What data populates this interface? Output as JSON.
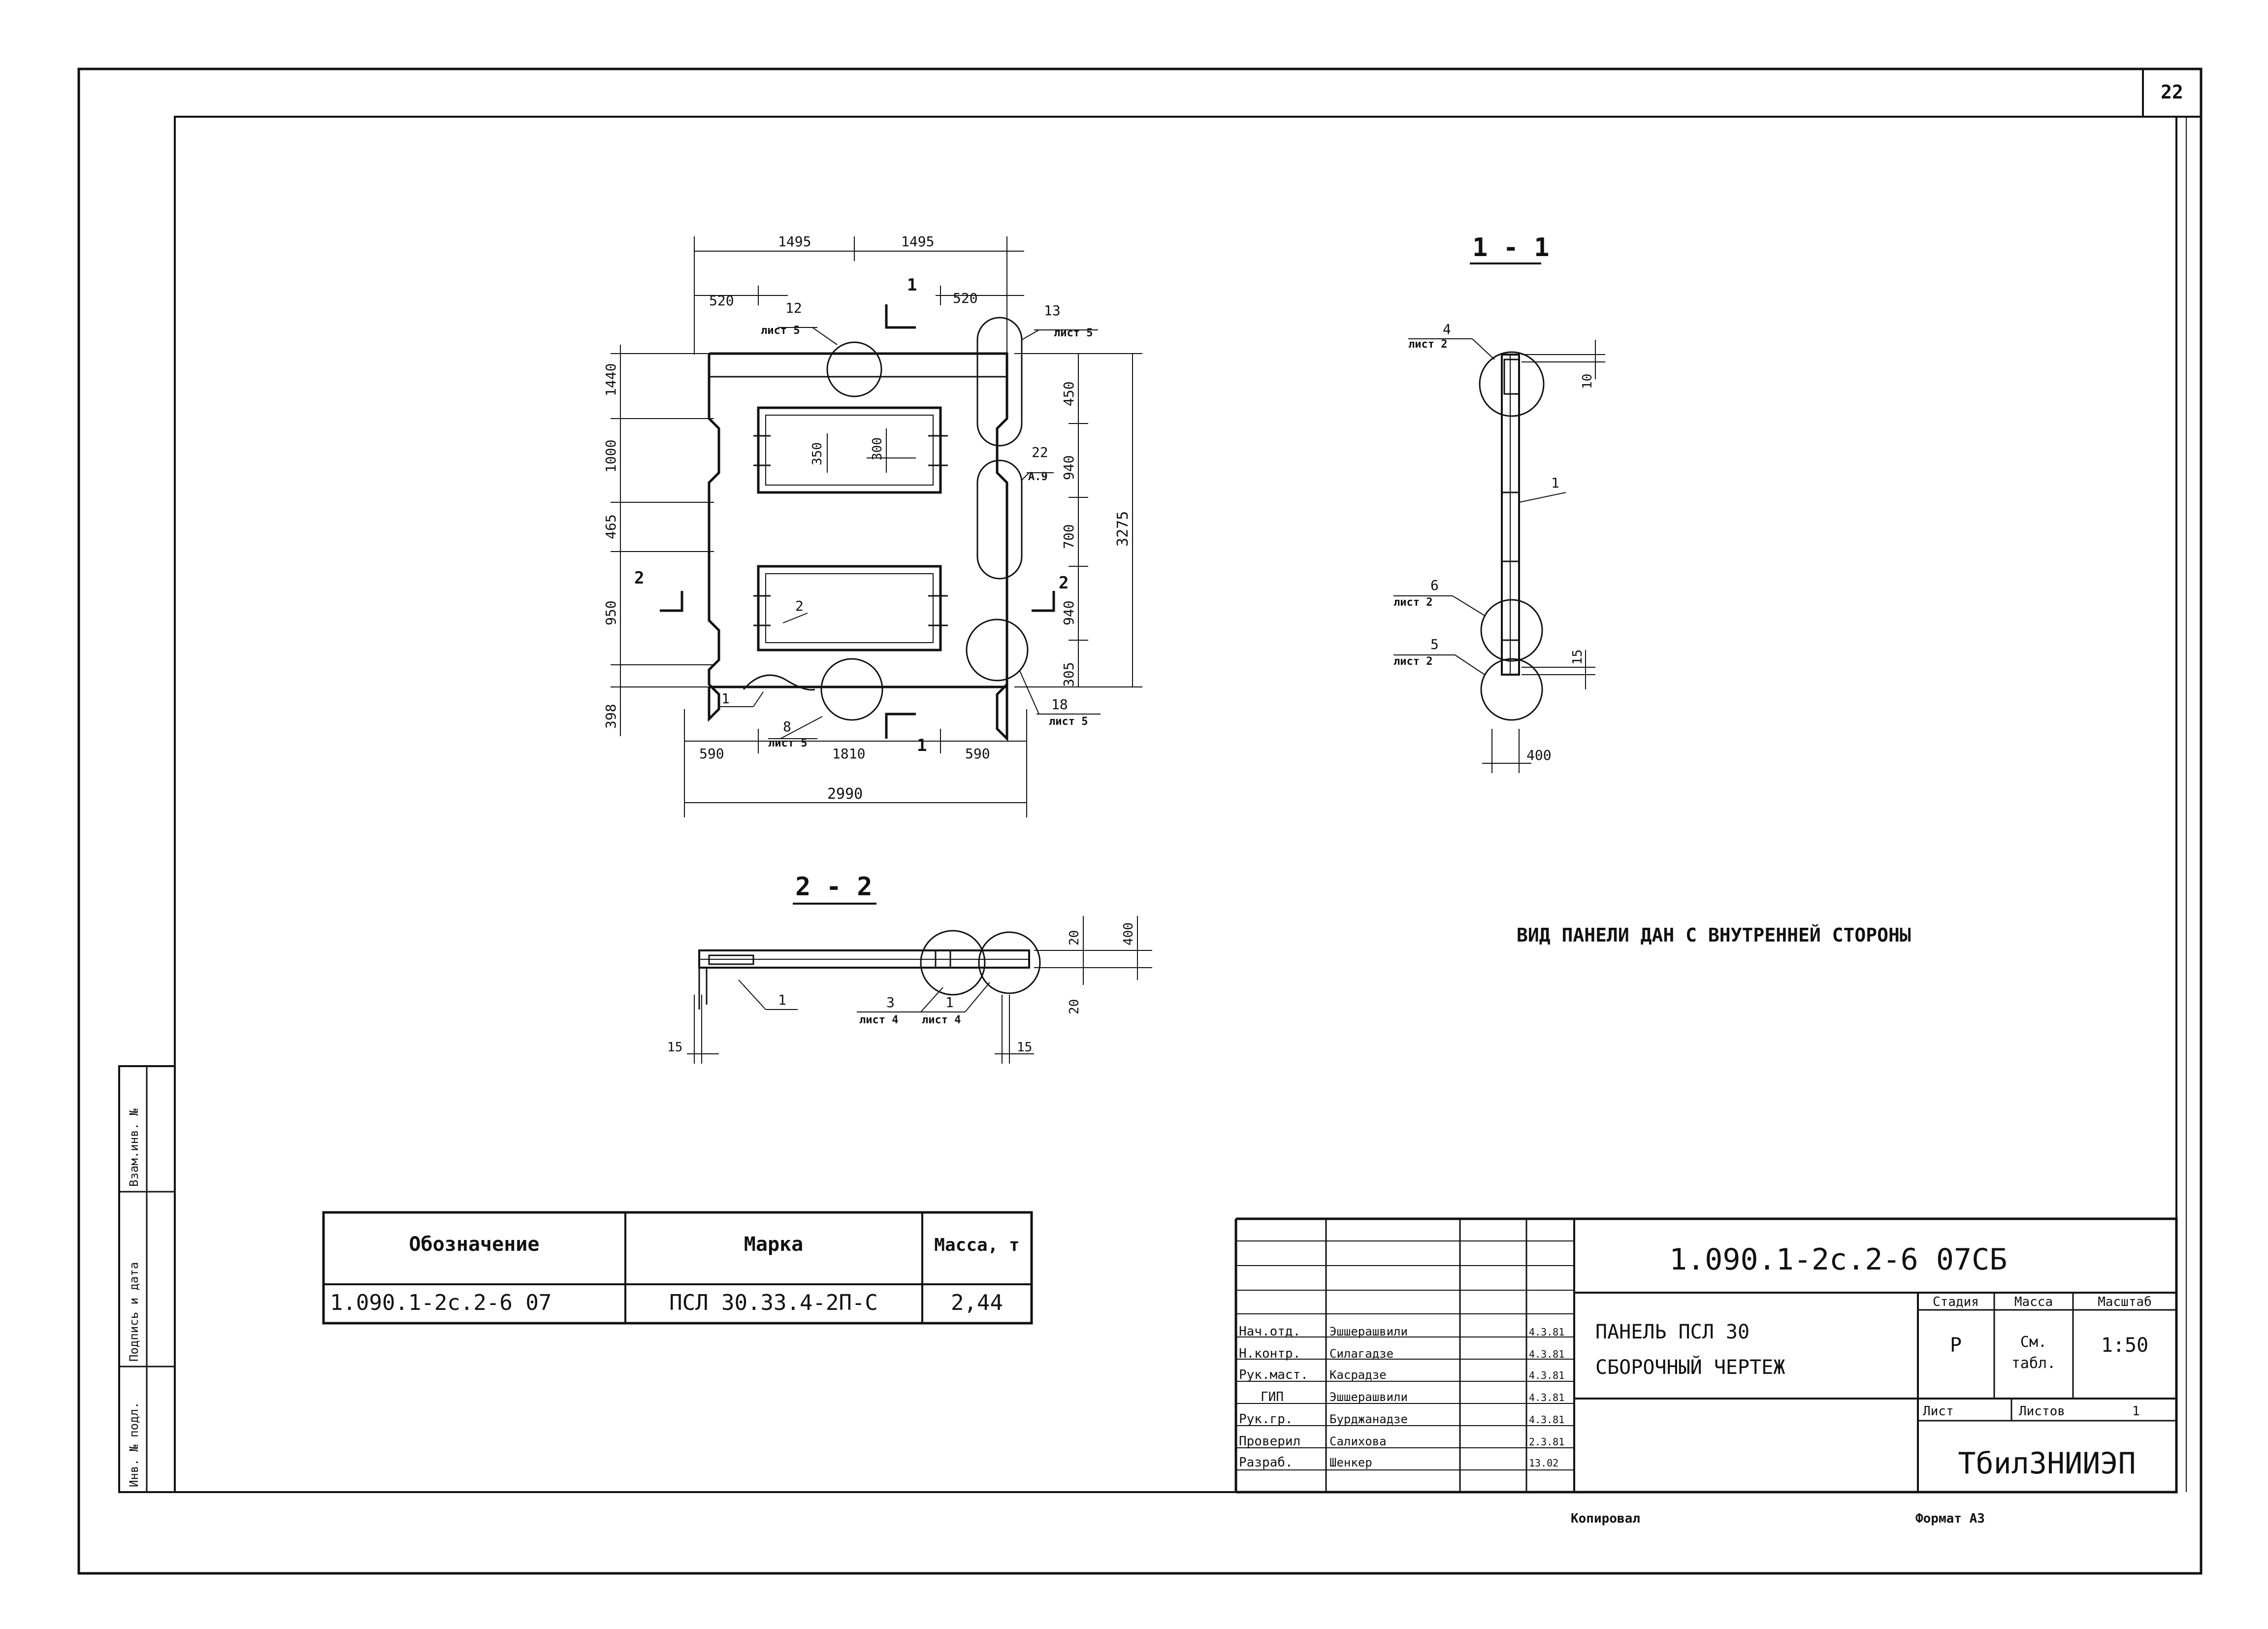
{
  "sheet": {
    "number": "22",
    "format": "Формат А3",
    "copied_by": "Копировал"
  },
  "side_stamp": {
    "inv_no": "Инв. № подл.",
    "sign_date": "Подпись и дата",
    "replace_inv": "Взам.инв. №"
  },
  "section_1": {
    "title": "1 - 1",
    "callouts": [
      {
        "num": "4",
        "sheet": "лист 2"
      },
      {
        "num": "1",
        "sheet": ""
      },
      {
        "num": "6",
        "sheet": "лист 2"
      },
      {
        "num": "5",
        "sheet": "лист 2"
      }
    ],
    "dims": [
      "10",
      "15",
      "400"
    ]
  },
  "section_2": {
    "title": "2 - 2",
    "callouts": [
      {
        "num": "1",
        "sheet": ""
      },
      {
        "num": "3",
        "sheet": "лист 4"
      },
      {
        "num": "1",
        "sheet": "лист 4"
      }
    ],
    "dims": [
      "20",
      "400",
      "20",
      "15",
      "15"
    ]
  },
  "plan": {
    "dims_top": [
      "1495",
      "1495",
      "520",
      "520"
    ],
    "dims_bottom": [
      "590",
      "1810",
      "590",
      "2990"
    ],
    "dims_left": [
      "1440",
      "1000",
      "465",
      "950",
      "398"
    ],
    "dims_right": [
      "450",
      "940",
      "700",
      "940",
      "305",
      "3275"
    ],
    "opening_dims": [
      "350",
      "300"
    ],
    "callouts": [
      {
        "num": "12",
        "sheet": "лист 5"
      },
      {
        "num": "13",
        "sheet": "лист 5"
      },
      {
        "num": "22",
        "sheet": "А.9"
      },
      {
        "num": "2",
        "sheet": ""
      },
      {
        "num": "1",
        "sheet": ""
      },
      {
        "num": "8",
        "sheet": "лист 5"
      },
      {
        "num": "18",
        "sheet": "лист 5"
      }
    ],
    "section_marks": {
      "s1": "1",
      "s2": "2"
    }
  },
  "view_note": "ВИД ПАНЕЛИ ДАН С ВНУТРЕННЕЙ СТОРОНЫ",
  "spec_table": {
    "headers": [
      "Обозначение",
      "Марка",
      "Масса, т"
    ],
    "rows": [
      [
        "1.090.1-2с.2-6 07",
        "ПСЛ 30.33.4-2П-С",
        "2,44"
      ]
    ]
  },
  "title_block": {
    "code": "1.090.1-2с.2-6 07СБ",
    "title_line1": "ПАНЕЛЬ ПСЛ 30",
    "title_line2": "СБОРОЧНЫЙ ЧЕРТЕЖ",
    "stage_label": "Стадия",
    "mass_label": "Масса",
    "scale_label": "Масштаб",
    "stage": "Р",
    "mass_line1": "См.",
    "mass_line2": "табл.",
    "scale": "1:50",
    "sheet_label": "Лист",
    "sheets_label": "Листов",
    "sheets_count": "1",
    "org": "ТбилЗНИИЭП",
    "staff": [
      {
        "role": "Нач.отд.",
        "name": "Эшшерашвили",
        "date": "4.3.81"
      },
      {
        "role": "Н.контр.",
        "name": "Силагадзе",
        "date": "4.3.81"
      },
      {
        "role": "Рук.маст.",
        "name": "Касрадзе",
        "date": "4.3.81"
      },
      {
        "role": "ГИП",
        "name": "Эшшерашвили",
        "date": "4.3.81"
      },
      {
        "role": "Рук.гр.",
        "name": "Бурджанадзе",
        "date": "4.3.81"
      },
      {
        "role": "Проверил",
        "name": "Салихова",
        "date": "2.3.81"
      },
      {
        "role": "Разраб.",
        "name": "Шенкер",
        "date": "13.02"
      }
    ]
  }
}
